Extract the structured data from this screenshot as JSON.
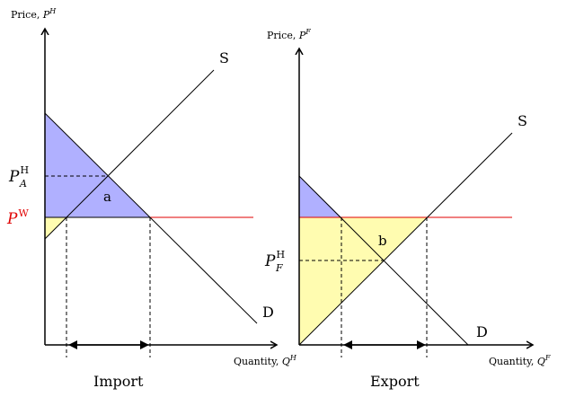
{
  "left_panel": {
    "y_axis_title": "Price, ",
    "y_axis_title_var": "P",
    "y_axis_title_sup": "H",
    "x_axis_title": "Quantity, ",
    "x_axis_title_var": "Q",
    "x_axis_title_sup": "H",
    "supply_label": "S",
    "demand_label": "D",
    "region_label": "a",
    "bottom_label": "Import",
    "price_autarky": {
      "main": "P",
      "sup": "H",
      "sub": "A"
    },
    "price_world": {
      "main": "P",
      "sup": "W"
    }
  },
  "right_panel": {
    "y_axis_title": "Price, ",
    "y_axis_title_var": "P",
    "y_axis_title_sup": "F",
    "x_axis_title": "Quantity, ",
    "x_axis_title_var": "Q",
    "x_axis_title_sup": "F",
    "supply_label": "S",
    "demand_label": "D",
    "region_label": "b",
    "bottom_label": "Export",
    "price_autarky": {
      "main": "P",
      "sup": "H",
      "sub": "F"
    }
  },
  "colors": {
    "blue_region": "#b0b0ff",
    "yellow_region": "#fffcb0",
    "world_price_line": "#e00000",
    "lines": "#000000"
  }
}
